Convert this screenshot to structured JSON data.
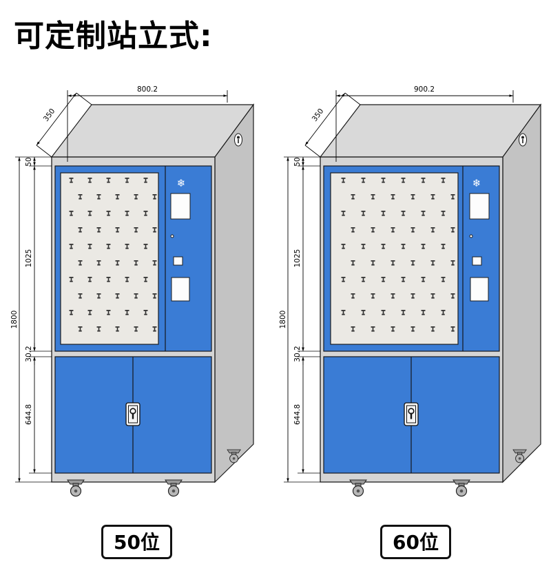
{
  "title": "可定制站立式:",
  "icons": {
    "snowflake": "❄"
  },
  "colors": {
    "blue": "#3a7cd5",
    "top": "#d9d9d9",
    "side": "#c3c3c3",
    "front": "#d5d5d5",
    "board": "#ebe9e4"
  },
  "cabinets": [
    {
      "label": "50位",
      "grid": {
        "rows": 10,
        "cols": 5
      },
      "dims": {
        "width": "800.2",
        "depth": "350",
        "total_height": "1800",
        "top_margin": "50",
        "panel_height": "1025",
        "gap": "30.2",
        "door_height": "644.8"
      }
    },
    {
      "label": "60位",
      "grid": {
        "rows": 10,
        "cols": 6
      },
      "dims": {
        "width": "900.2",
        "depth": "350",
        "total_height": "1800",
        "top_margin": "50",
        "panel_height": "1025",
        "gap": "30.2",
        "door_height": "644.8"
      }
    }
  ]
}
